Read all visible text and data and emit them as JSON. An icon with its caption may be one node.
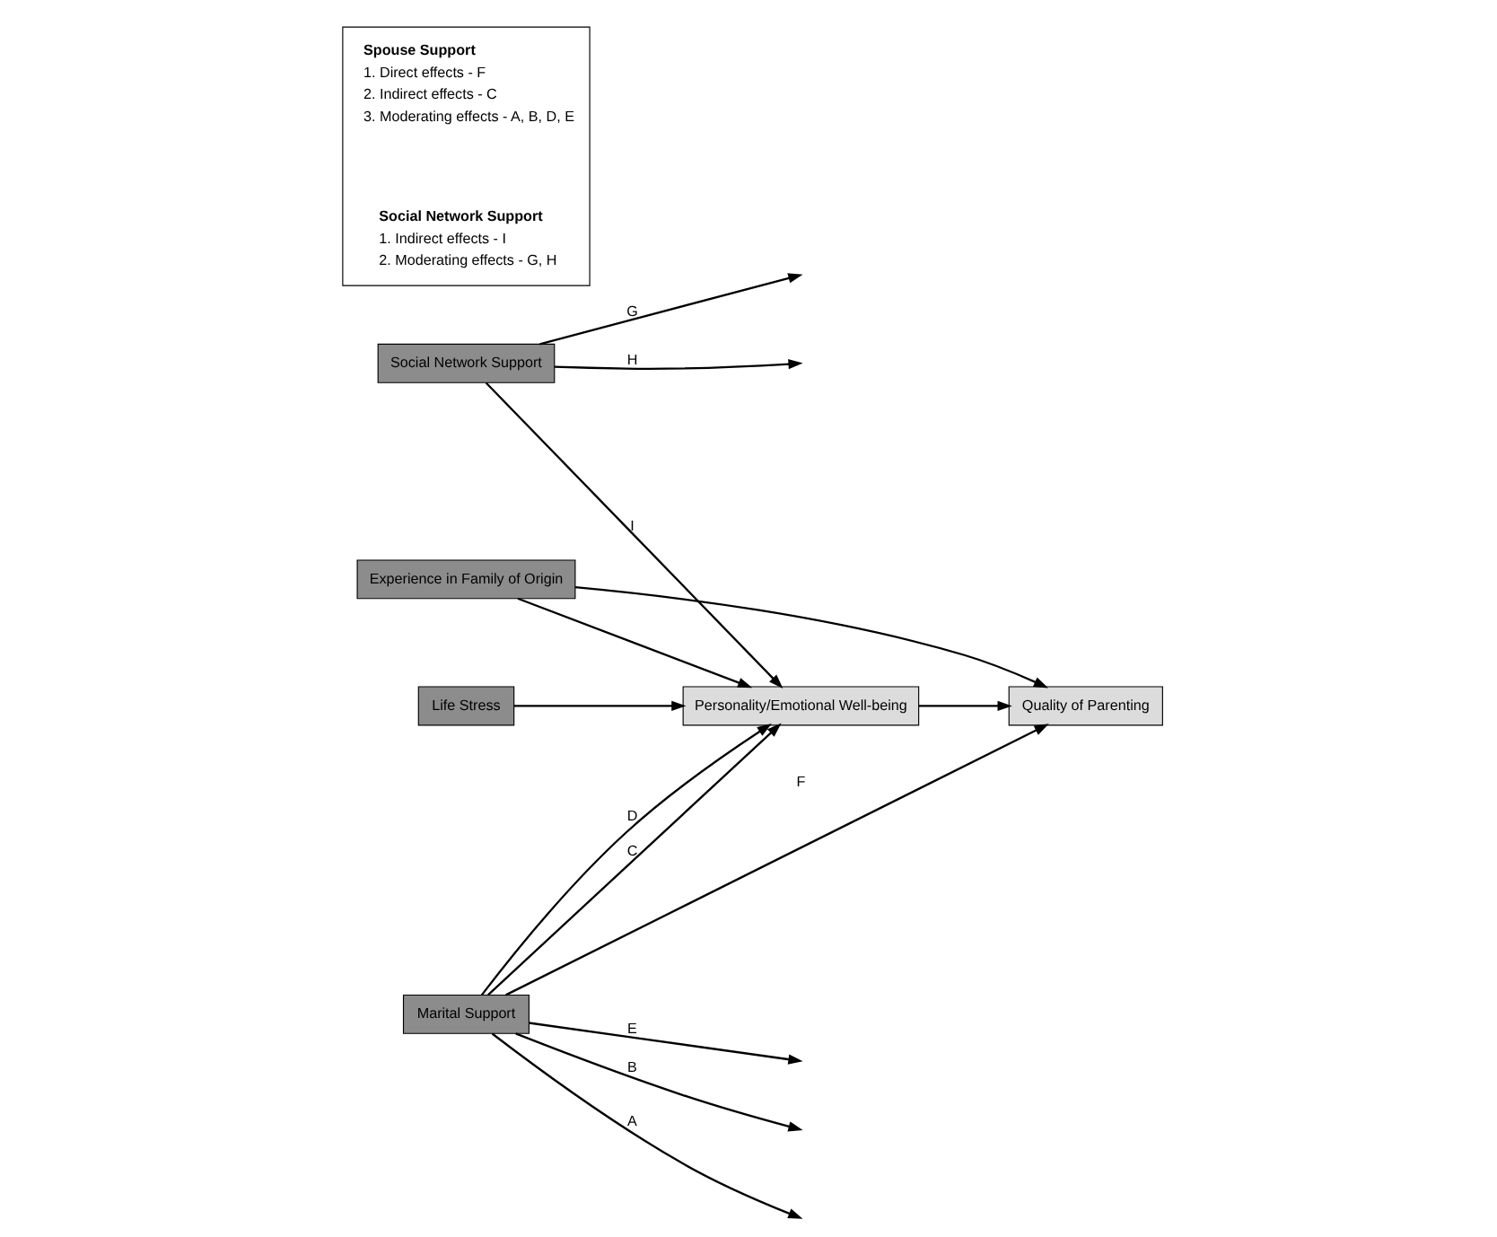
{
  "diagram": {
    "nodes": [
      {
        "text": [
          "Social Network Support"
        ]
      },
      {
        "text": [
          "Life Stress"
        ]
      },
      {
        "text": [
          "Personality/Emotional Well-being"
        ]
      },
      {
        "text": [
          "Experience in Family of Origin"
        ]
      },
      {
        "text": [
          "Quality of Parenting"
        ]
      },
      {
        "text": [
          "Marital Support"
        ]
      },
      {
        "text": [],
        "shape": "box"
      },
      {
        "text": [
          "Spouse Support",
          "1. Direct effects - F",
          "2. Indirect effects - C",
          "3. Moderating effects - A, B, D, E"
        ],
        "in": 6
      },
      {
        "text": [
          "Social Network Support",
          "1. Indirect effects - I",
          "2. Moderating effects - G, H"
        ],
        "in": 6
      }
    ],
    "edges": [
      {
        "from": 0,
        "to": 2,
        "arrow": "to",
        "label": "I"
      },
      {
        "from": 0,
        "to": null,
        "arrow": "to",
        "label": "G"
      },
      {
        "from": 0,
        "to": null,
        "arrow": "to",
        "label": "H"
      },
      {
        "from": 1,
        "to": 2,
        "arrow": "to"
      },
      {
        "from": 2,
        "to": 4,
        "arrow": "to"
      },
      {
        "from": 3,
        "to": 2,
        "arrow": "to"
      },
      {
        "from": 3,
        "to": 4,
        "arrow": "to"
      },
      {
        "from": 5,
        "to": null,
        "arrow": "to",
        "label": "A"
      },
      {
        "from": 5,
        "to": null,
        "arrow": "to",
        "label": "B"
      },
      {
        "from": 5,
        "to": 2,
        "arrow": "to",
        "label": "C"
      },
      {
        "from": 5,
        "to": 2,
        "arrow": "to",
        "label": "D"
      },
      {
        "from": 5,
        "to": null,
        "arrow": "to",
        "label": "E"
      },
      {
        "from": 5,
        "to": 4,
        "arrow": "to",
        "label": "F"
      }
    ]
  }
}
